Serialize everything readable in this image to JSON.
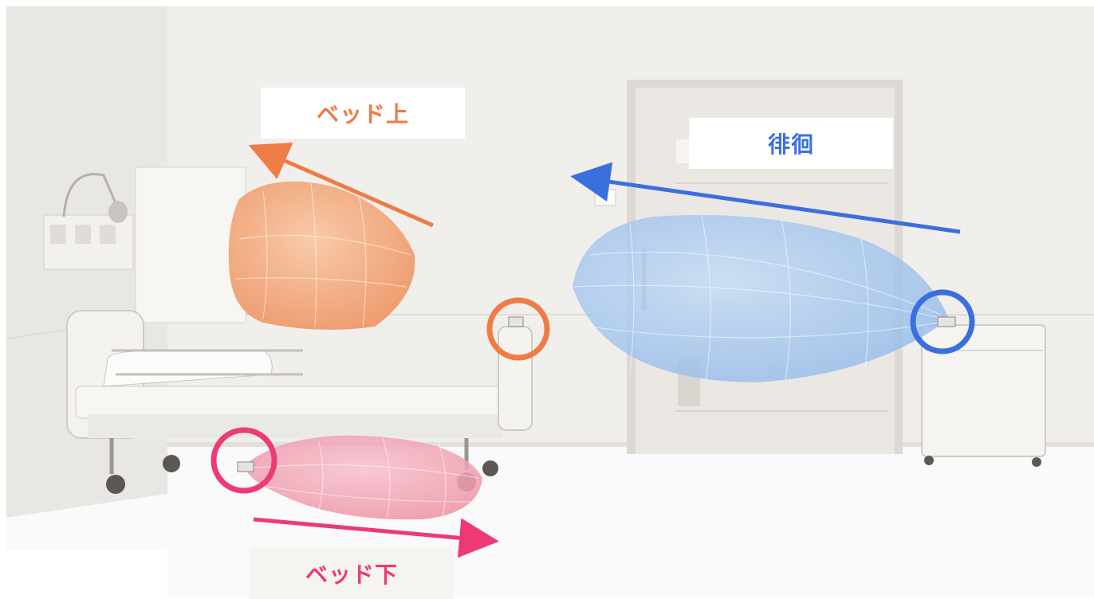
{
  "zones": [
    {
      "id": "bed-top",
      "label": "ベッド上",
      "color": "#ef7b45"
    },
    {
      "id": "wander",
      "label": "徘徊",
      "color": "#3a6fe0"
    },
    {
      "id": "bed-under",
      "label": "ベッド下",
      "color": "#ee3a72"
    }
  ],
  "colors": {
    "wall": "#f1efec",
    "floor": "#fafafa",
    "door": "#e9e7e3",
    "orange": "#ef7b45",
    "blue": "#3a6fe0",
    "pink": "#ee3a72"
  }
}
